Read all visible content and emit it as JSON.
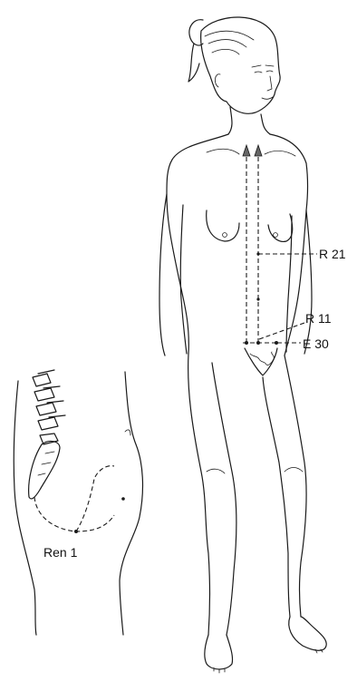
{
  "labels": {
    "r21": "R 21",
    "r11": "R 11",
    "e30": "E 30",
    "ren1": "Ren 1"
  },
  "figures": {
    "main": "standing-female-figure",
    "inset": "pelvis-sagittal-view"
  }
}
